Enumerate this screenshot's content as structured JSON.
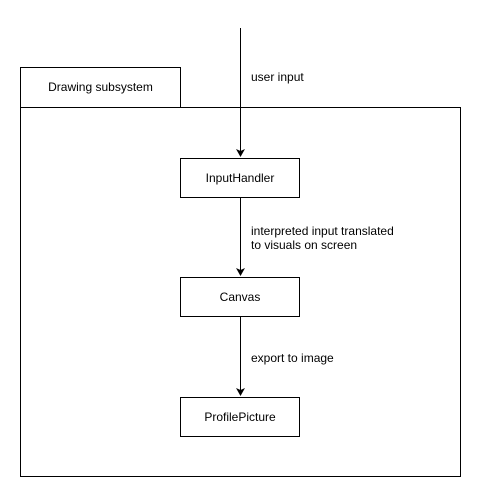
{
  "package": {
    "title": "Drawing subsystem"
  },
  "nodes": {
    "input_handler": "InputHandler",
    "canvas": "Canvas",
    "profile_picture": "ProfilePicture"
  },
  "edges": {
    "user_input": "user input",
    "interpreted_line1": "interpreted input translated",
    "interpreted_line2": "to visuals on screen",
    "export": "export to image"
  }
}
